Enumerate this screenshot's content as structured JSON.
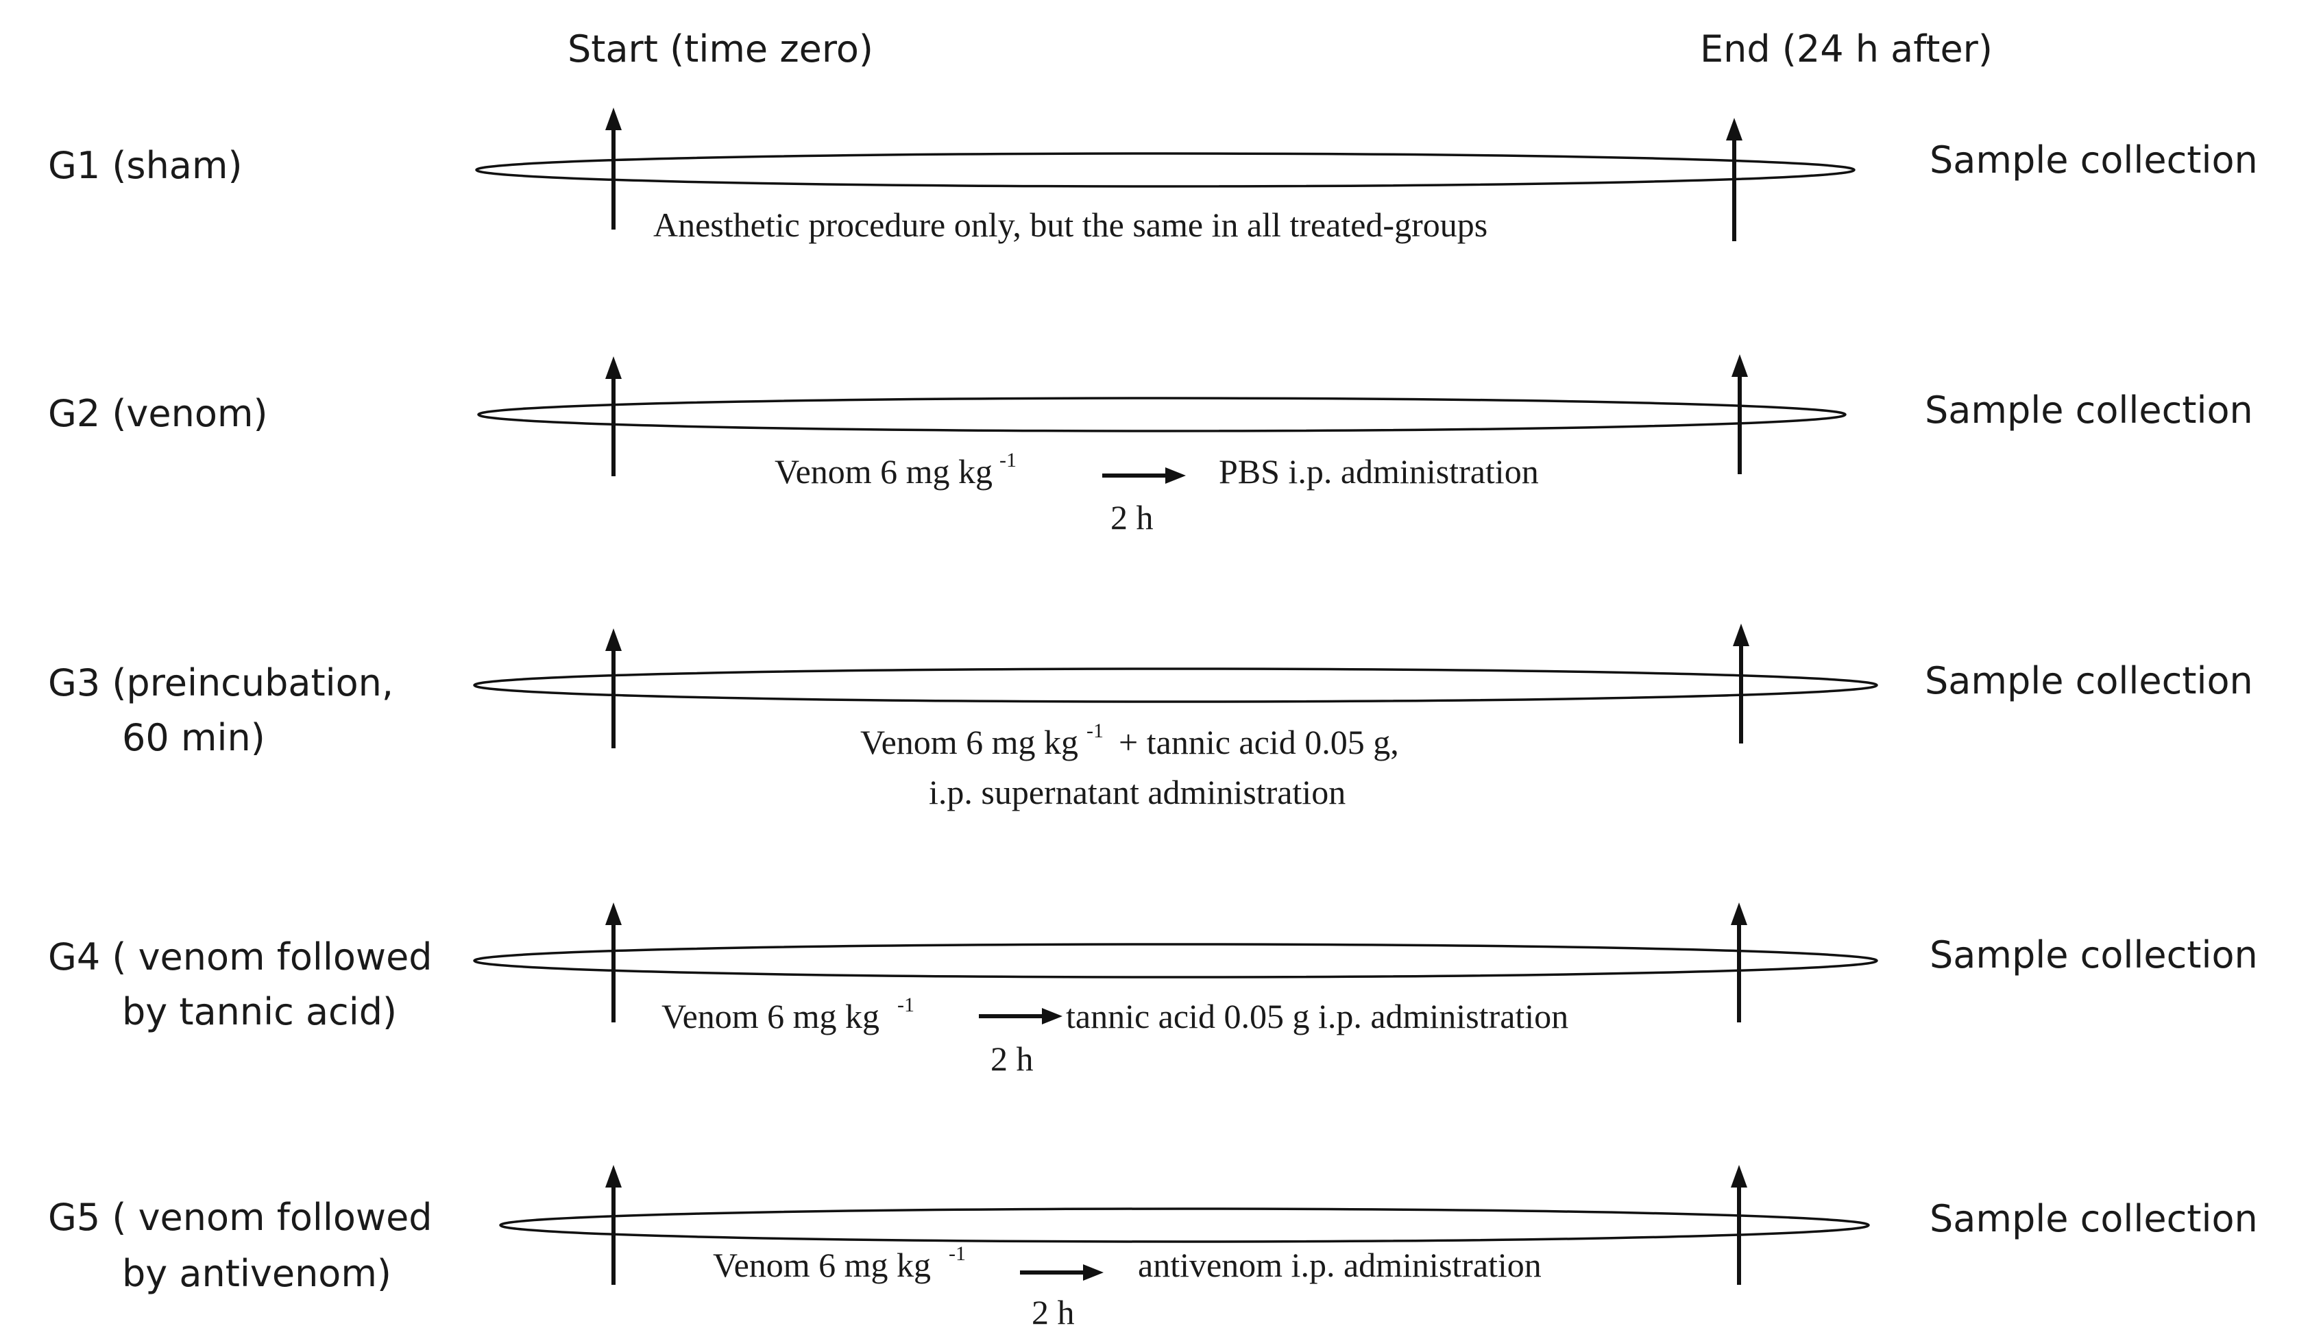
{
  "header": {
    "start_label": "Start (time zero)",
    "end_label": "End (24 h after)"
  },
  "groups": [
    {
      "label_line1": "G1 (sham)",
      "label_line2": "",
      "outcome": "Sample collection",
      "note_main": "Anesthetic procedure only, but the same in all treated-groups"
    },
    {
      "label_line1": "G2 (venom)",
      "label_line2": "",
      "outcome": "Sample collection",
      "note_pre": "Venom 6 mg kg",
      "note_sup": "-1",
      "note_post": "PBS i.p. administration",
      "delay": "2 h"
    },
    {
      "label_line1": "G3 (preincubation,",
      "label_line2": "60 min)",
      "outcome": "Sample collection",
      "note_pre": "Venom 6 mg kg",
      "note_sup": "-1",
      "note_post": "+ tannic acid 0.05 g,",
      "note_line2": "i.p. supernatant administration"
    },
    {
      "label_line1": "G4 ( venom followed",
      "label_line2": "by tannic acid)",
      "outcome": "Sample collection",
      "note_pre": "Venom 6 mg kg",
      "note_sup": "-1",
      "note_post": "tannic acid 0.05  g i.p. administration",
      "delay": "2 h"
    },
    {
      "label_line1": "G5 ( venom followed",
      "label_line2": "by antivenom)",
      "outcome": "Sample collection",
      "note_pre": "Venom 6 mg kg",
      "note_sup": "-1",
      "note_post": "antivenom i.p. administration",
      "delay": "2 h"
    }
  ]
}
